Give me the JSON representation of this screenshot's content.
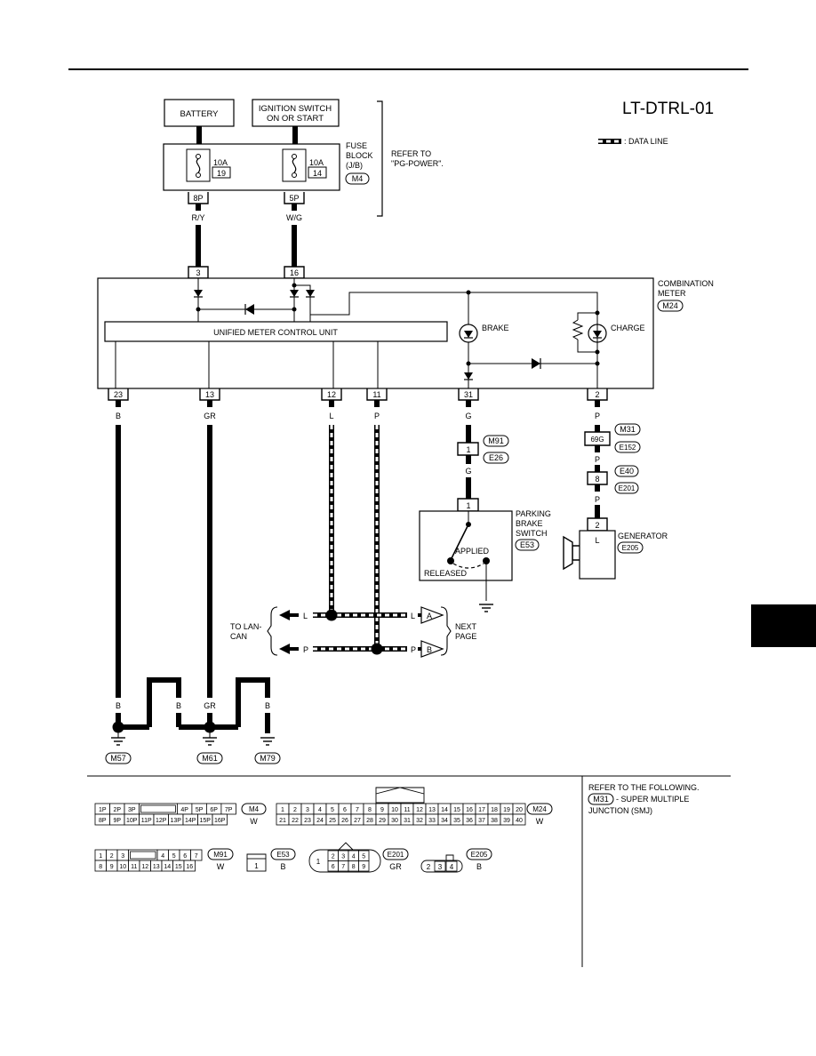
{
  "page": {
    "code": "LT-DTRL-01",
    "data_line_legend": ": DATA LINE",
    "refer_power": [
      "REFER TO",
      "\"PG-POWER\"."
    ],
    "refer_following": [
      "REFER TO THE FOLLOWING.",
      "- SUPER MULTIPLE",
      "JUNCTION (SMJ)"
    ],
    "refer_following_tag": "M31"
  },
  "power": {
    "battery": "BATTERY",
    "ignition": [
      "IGNITION SWITCH",
      "ON OR START"
    ],
    "fuse_block": [
      "FUSE",
      "BLOCK",
      "(J/B)"
    ],
    "fuse_block_tag": "M4",
    "fuse1": {
      "amp": "10A",
      "num": "19",
      "term": "8P",
      "wire": "R/Y"
    },
    "fuse2": {
      "amp": "10A",
      "num": "14",
      "term": "5P",
      "wire": "W/G"
    }
  },
  "meter": {
    "name": [
      "COMBINATION",
      "METER"
    ],
    "tag": "M24",
    "control_unit": "UNIFIED METER CONTROL UNIT",
    "brake": "BRAKE",
    "charge": "CHARGE",
    "in_terms": [
      "3",
      "16"
    ],
    "out_terms": [
      {
        "term": "23",
        "wire": "B"
      },
      {
        "term": "13",
        "wire": "GR"
      },
      {
        "term": "12",
        "wire": "L"
      },
      {
        "term": "11",
        "wire": "P"
      },
      {
        "term": "31",
        "wire": "G"
      },
      {
        "term": "2",
        "wire": "P"
      }
    ]
  },
  "parking": {
    "conn_term": "1",
    "conn_tags": [
      "M91",
      "E26"
    ],
    "wire_after": "G",
    "switch_term": "1",
    "name": [
      "PARKING",
      "BRAKE",
      "SWITCH"
    ],
    "tag": "E53",
    "applied": "APPLIED",
    "released": "RELEASED"
  },
  "generator": {
    "conn1_term": "69G",
    "conn1_tags": [
      "M31",
      "E152"
    ],
    "wire1": "P",
    "conn2_term": "8",
    "conn2_tags": [
      "E40",
      "E201"
    ],
    "wire2": "P",
    "gen_term": "2",
    "gen_pin": "L",
    "name": "GENERATOR",
    "tag": "E205"
  },
  "lan": {
    "to_lan": [
      "TO LAN-",
      "CAN"
    ],
    "next_page": [
      "NEXT",
      "PAGE"
    ],
    "l_left": "L",
    "l_right": "L",
    "l_arrow": "A",
    "p_left": "P",
    "p_right": "P",
    "p_arrow": "B"
  },
  "grounds": {
    "labels": [
      "B",
      "B",
      "B",
      "GR",
      "B",
      "B"
    ],
    "tags": [
      "M57",
      "M61",
      "M79"
    ]
  },
  "connectors": {
    "m4": {
      "row1": [
        "1P",
        "2P",
        "3P",
        "",
        "4P",
        "5P",
        "6P",
        "7P"
      ],
      "row2": [
        "8P",
        "9P",
        "10P",
        "11P",
        "12P",
        "13P",
        "14P",
        "15P",
        "16P"
      ],
      "tag": "M4",
      "color": "W"
    },
    "m24": {
      "row1": [
        "1",
        "2",
        "3",
        "4",
        "5",
        "6",
        "7",
        "8",
        "9",
        "10",
        "11",
        "12",
        "13",
        "14",
        "15",
        "16",
        "17",
        "18",
        "19",
        "20"
      ],
      "row2": [
        "21",
        "22",
        "23",
        "24",
        "25",
        "26",
        "27",
        "28",
        "29",
        "30",
        "31",
        "32",
        "33",
        "34",
        "35",
        "36",
        "37",
        "38",
        "39",
        "40"
      ],
      "tag": "M24",
      "color": "W"
    },
    "m91": {
      "row1": [
        "1",
        "2",
        "3",
        "",
        "4",
        "5",
        "6",
        "7"
      ],
      "row2": [
        "8",
        "9",
        "10",
        "11",
        "12",
        "13",
        "14",
        "15",
        "16"
      ],
      "tag": "M91",
      "color": "W"
    },
    "e53": {
      "pins": [
        "1"
      ],
      "tag": "E53",
      "color": "B"
    },
    "e201": {
      "side": "1",
      "row1": [
        "2",
        "3",
        "4",
        "5"
      ],
      "row2": [
        "6",
        "7",
        "8",
        "9"
      ],
      "tag": "E201",
      "color": "GR"
    },
    "e205": {
      "pins": [
        "2",
        "3",
        "4"
      ],
      "tag": "E205",
      "color": "B"
    }
  }
}
